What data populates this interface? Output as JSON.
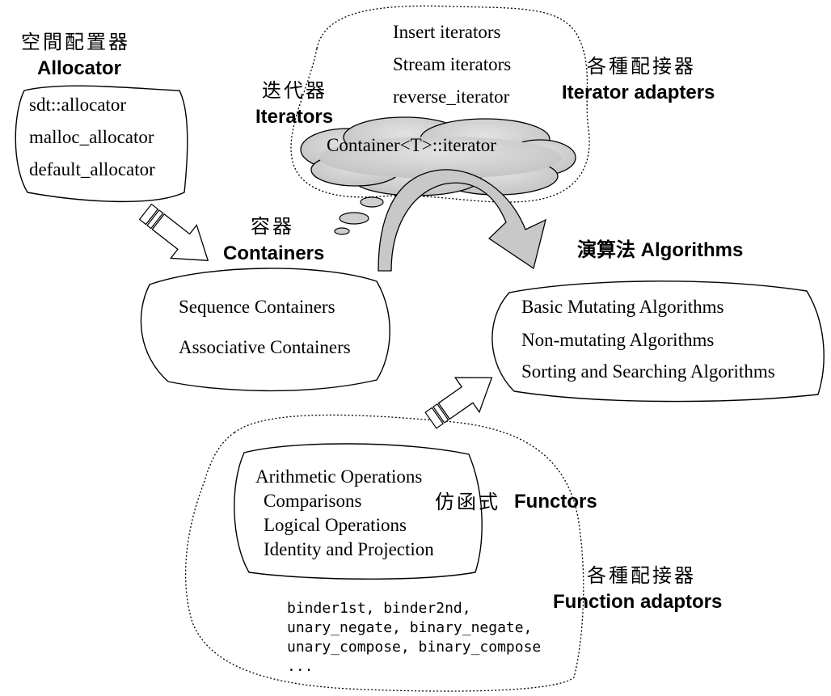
{
  "allocator": {
    "title_zh": "空間配置器",
    "title_en": "Allocator",
    "items": [
      "sdt::allocator",
      "malloc_allocator",
      "default_allocator"
    ]
  },
  "iterators": {
    "title_zh": "迭代器",
    "title_en": "Iterators",
    "cloud_label": "Container<T>::iterator"
  },
  "iterator_adapters": {
    "title_zh": "各種配接器",
    "title_en": "Iterator adapters",
    "items": [
      "Insert iterators",
      "Stream iterators",
      "reverse_iterator"
    ]
  },
  "containers": {
    "title_zh": "容器",
    "title_en": "Containers",
    "items": [
      "Sequence Containers",
      "Associative Containers"
    ]
  },
  "algorithms": {
    "title": "演算法 Algorithms",
    "items": [
      "Basic Mutating Algorithms",
      "Non-mutating Algorithms",
      "Sorting and Searching Algorithms"
    ]
  },
  "functors": {
    "title_zh": "仿函式",
    "title_en": "Functors",
    "items": [
      "Arithmetic Operations",
      "Comparisons",
      "Logical Operations",
      "Identity and Projection"
    ]
  },
  "function_adaptors": {
    "title_zh": "各種配接器",
    "title_en": "Function adaptors",
    "lines": [
      "binder1st, binder2nd,",
      "unary_negate, binary_negate,",
      "unary_compose, binary_compose",
      "..."
    ]
  }
}
